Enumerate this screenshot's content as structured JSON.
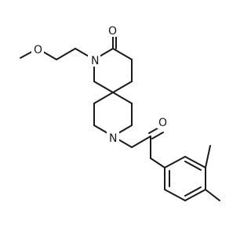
{
  "molecule": {
    "atoms": {
      "O_carbonyl_top": "O",
      "N_lactam": "N",
      "O_methoxy": "O",
      "N_amide": "N",
      "O_carbonyl_amide": "O"
    }
  }
}
